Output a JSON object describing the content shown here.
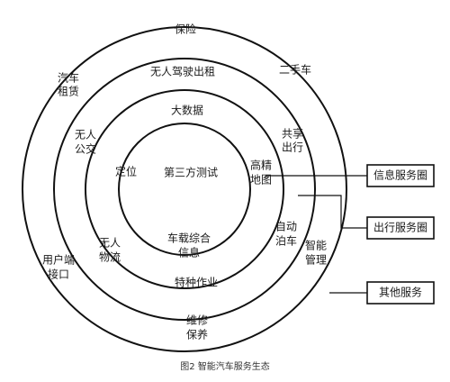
{
  "diagram": {
    "rings": {
      "outer": "outer-ring",
      "second": "second-ring",
      "third": "third-ring",
      "inner": "inner-ring"
    },
    "labels": {
      "baoxian": "保险",
      "wuren_jiashi": "无人驾驶出租",
      "ershouche": "二手车",
      "qiche": "汽车",
      "zulin": "租赁",
      "dashuju": "大数据",
      "gongxiang": "共享",
      "chuxing": "出行",
      "wuren_gj": "无人",
      "gongjiao": "公交",
      "dingwei": "定位",
      "disanfang": "第三方测试",
      "gaojing": "高精",
      "ditu": "地图",
      "zidong": "自动",
      "boche": "泊车",
      "chezai_zonghe": "车载综合",
      "xinxi": "信息",
      "wuren_wl": "无人",
      "wuliu": "物流",
      "zhineng": "智能",
      "guanli": "管理",
      "yonghuduan": "用户端",
      "jiekou": "接口",
      "tezhong": "特种作业",
      "weixiu": "维修",
      "baoyang": "保养"
    },
    "legend": {
      "info": "信息服务圈",
      "travel": "出行服务圈",
      "other": "其他服务"
    },
    "caption": "图2  智能汽车服务生态"
  }
}
